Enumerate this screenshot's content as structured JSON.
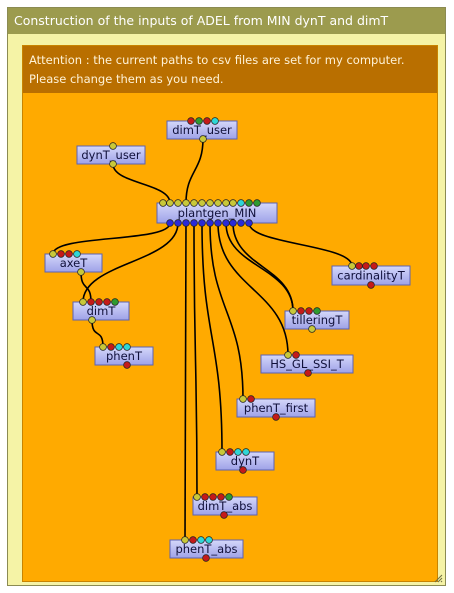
{
  "window": {
    "title": "Construction of the inputs of ADEL from MIN dynT and dimT"
  },
  "annotation": {
    "line1": "Attention : the current paths to csv files are set for my computer.",
    "line2": "Please change them as you need."
  },
  "port_colors": {
    "olive": "#c8c83a",
    "red": "#c41a1a",
    "green": "#2f9a30",
    "cyan": "#2fd6d6",
    "blue": "#2a2ad8"
  },
  "nodes": [
    {
      "id": "dimT_user",
      "label": "dimT_user",
      "inputs": [
        "red",
        "green",
        "red",
        "cyan"
      ],
      "outputs": [
        "olive"
      ]
    },
    {
      "id": "dynT_user",
      "label": "dynT_user",
      "inputs": [
        "olive"
      ],
      "outputs": [
        "olive"
      ]
    },
    {
      "id": "plantgen_MIN",
      "label": "plantgen_MIN",
      "inputs": [
        "olive",
        "olive",
        "olive",
        "olive",
        "olive",
        "olive",
        "olive",
        "olive",
        "olive",
        "olive",
        "cyan",
        "green",
        "green"
      ],
      "outputs": [
        "blue",
        "blue",
        "blue",
        "blue",
        "blue",
        "blue",
        "blue",
        "blue",
        "blue",
        "blue",
        "blue"
      ]
    },
    {
      "id": "axeT",
      "label": "axeT",
      "inputs": [
        "olive",
        "red",
        "red",
        "cyan"
      ],
      "outputs": [
        "olive"
      ]
    },
    {
      "id": "cardinalityT",
      "label": "cardinalityT",
      "inputs": [
        "olive",
        "red",
        "red",
        "red"
      ],
      "outputs": [
        "red"
      ]
    },
    {
      "id": "dimT",
      "label": "dimT",
      "inputs": [
        "olive",
        "red",
        "red",
        "red",
        "green"
      ],
      "outputs": [
        "olive"
      ]
    },
    {
      "id": "tilleringT",
      "label": "tilleringT",
      "inputs": [
        "olive",
        "red",
        "red",
        "green"
      ],
      "outputs": [
        "olive"
      ]
    },
    {
      "id": "phenT",
      "label": "phenT",
      "inputs": [
        "olive",
        "red",
        "cyan",
        "cyan"
      ],
      "outputs": [
        "red"
      ]
    },
    {
      "id": "HS_GL_SSI_T",
      "label": "HS_GL_SSI_T",
      "inputs": [
        "olive",
        "red"
      ],
      "outputs": [
        "red"
      ]
    },
    {
      "id": "phenT_first",
      "label": "phenT_first",
      "inputs": [
        "olive",
        "red"
      ],
      "outputs": [
        "red"
      ]
    },
    {
      "id": "dynT",
      "label": "dynT",
      "inputs": [
        "olive",
        "red",
        "cyan",
        "cyan"
      ],
      "outputs": [
        "red"
      ]
    },
    {
      "id": "dimT_abs",
      "label": "dimT_abs",
      "inputs": [
        "olive",
        "red",
        "red",
        "red",
        "green"
      ],
      "outputs": [
        "red"
      ]
    },
    {
      "id": "phenT_abs",
      "label": "phenT_abs",
      "inputs": [
        "olive",
        "red",
        "cyan",
        "cyan"
      ],
      "outputs": [
        "red"
      ]
    }
  ],
  "edges": [
    {
      "from": "dimT_user",
      "fromPort": 0,
      "to": "plantgen_MIN",
      "toPort": 3
    },
    {
      "from": "dynT_user",
      "fromPort": 0,
      "to": "plantgen_MIN",
      "toPort": 1
    },
    {
      "from": "plantgen_MIN",
      "fromPort": 0,
      "to": "axeT",
      "toPort": 0
    },
    {
      "from": "plantgen_MIN",
      "fromPort": 1,
      "to": "dimT",
      "toPort": 0
    },
    {
      "from": "plantgen_MIN",
      "fromPort": 2,
      "to": "phenT_abs",
      "toPort": 0
    },
    {
      "from": "plantgen_MIN",
      "fromPort": 3,
      "to": "dimT_abs",
      "toPort": 0
    },
    {
      "from": "plantgen_MIN",
      "fromPort": 4,
      "to": "dynT",
      "toPort": 0
    },
    {
      "from": "plantgen_MIN",
      "fromPort": 5,
      "to": "phenT_first",
      "toPort": 0
    },
    {
      "from": "plantgen_MIN",
      "fromPort": 6,
      "to": "HS_GL_SSI_T",
      "toPort": 0
    },
    {
      "from": "plantgen_MIN",
      "fromPort": 7,
      "to": "tilleringT",
      "toPort": 0
    },
    {
      "from": "plantgen_MIN",
      "fromPort": 8,
      "to": "tilleringT",
      "toPort": 0
    },
    {
      "from": "plantgen_MIN",
      "fromPort": 10,
      "to": "cardinalityT",
      "toPort": 0
    },
    {
      "from": "axeT",
      "fromPort": 0,
      "to": "dimT",
      "toPort": 1
    },
    {
      "from": "dimT",
      "fromPort": 0,
      "to": "phenT",
      "toPort": 0
    }
  ]
}
